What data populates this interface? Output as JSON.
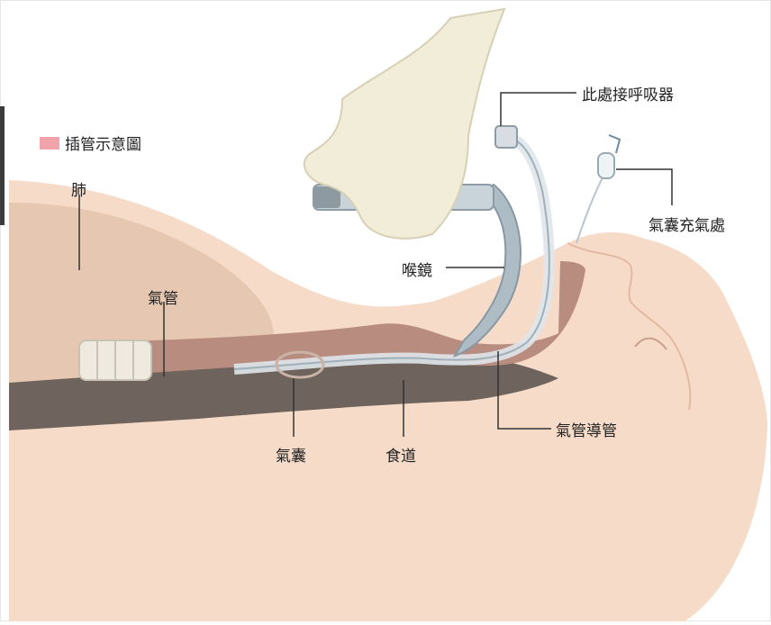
{
  "legend": {
    "label": "插管示意圖",
    "swatch_color": "#f0a3a8"
  },
  "labels": {
    "lung": "肺",
    "trachea": "氣管",
    "cuff": "氣囊",
    "esophagus": "食道",
    "laryngoscope": "喉鏡",
    "endotracheal_tube": "氣管導管",
    "ventilator_connection": "此處接呼吸器",
    "cuff_inflation": "氣囊充氣處"
  },
  "colors": {
    "skin": "#f6dbc8",
    "lung": "#e3c3ac",
    "trachea": "#b88a7f",
    "esophagus": "#6e625c",
    "glove": "#f0ecd6",
    "scope": "#a9b9c4",
    "line": "#333333"
  }
}
